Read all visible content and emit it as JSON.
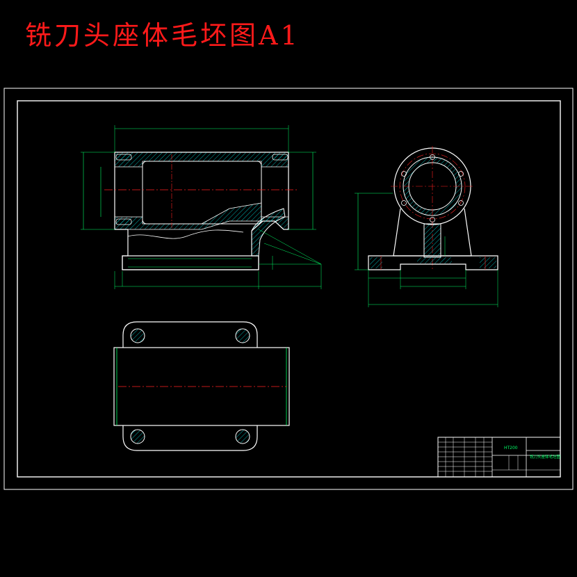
{
  "title": "铣刀头座体毛坯图A1",
  "title_block": {
    "material": "HT200",
    "part_name": "铣刀头座体毛坯图"
  },
  "colors": {
    "background": "#000000",
    "title": "#ff1a1a",
    "outline": "#ffffff",
    "dimension": "#00ff66",
    "centerline": "#ff2222",
    "hatch": "#00dddd"
  }
}
